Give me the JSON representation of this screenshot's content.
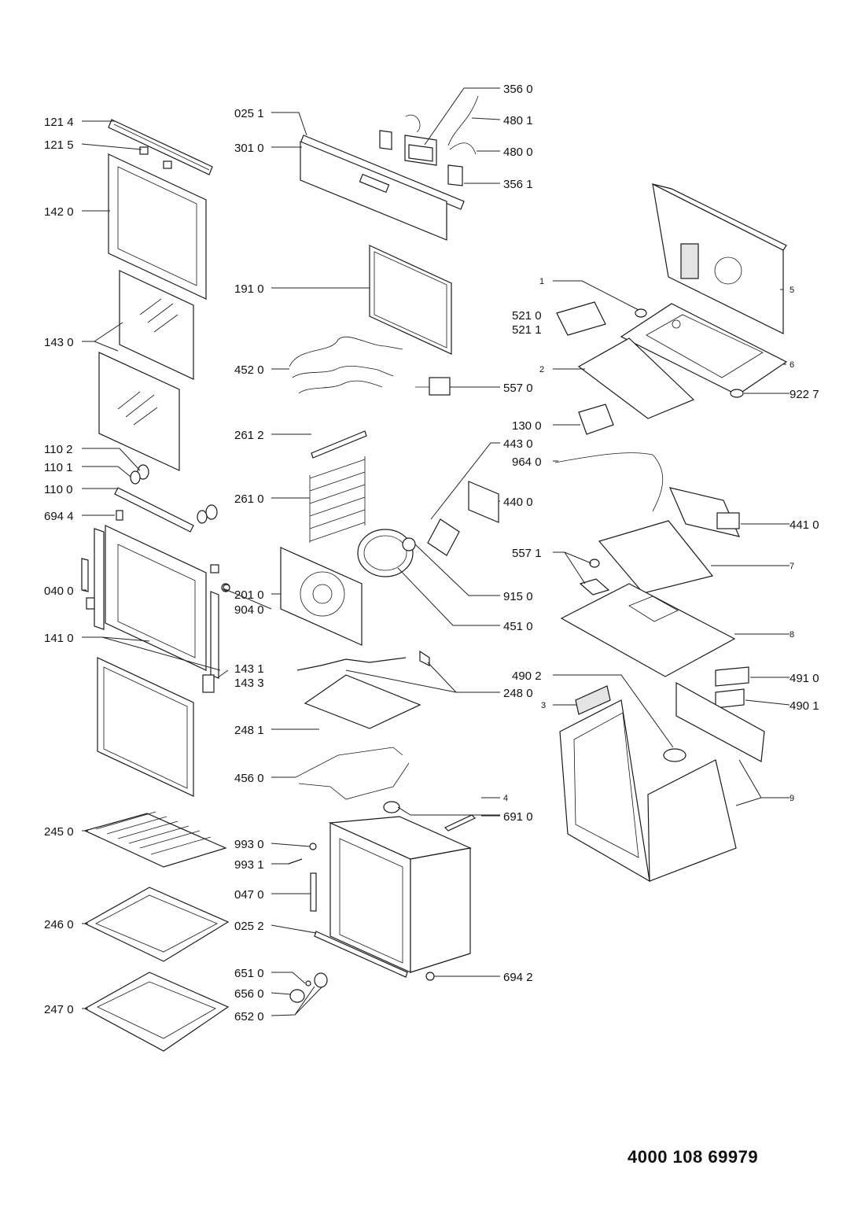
{
  "document_number": "4000 108 69979",
  "part_labels": [
    "121 4",
    "121 5",
    "142 0",
    "143 0",
    "110 2",
    "110 1",
    "110 0",
    "694 4",
    "040 0",
    "141 0",
    "143 1",
    "143 3",
    "245 0",
    "246 0",
    "247 0",
    "025 1",
    "301 0",
    "356 0",
    "480 1",
    "480 0",
    "356 1",
    "191 0",
    "452 0",
    "557 0",
    "261 2",
    "261 0",
    "443 0",
    "440 0",
    "201 0",
    "904 0",
    "915 0",
    "451 0",
    "248 0",
    "248 1",
    "456 0",
    "993 0",
    "993 1",
    "047 0",
    "025 2",
    "651 0",
    "656 0",
    "652 0",
    "694 2",
    "691 0",
    "1",
    "521 0",
    "521 1",
    "2",
    "130 0",
    "964 0",
    "441 0",
    "557 1",
    "922 7",
    "490 2",
    "491 0",
    "490 1",
    "3",
    "4",
    "5",
    "6",
    "7",
    "8",
    "9"
  ]
}
